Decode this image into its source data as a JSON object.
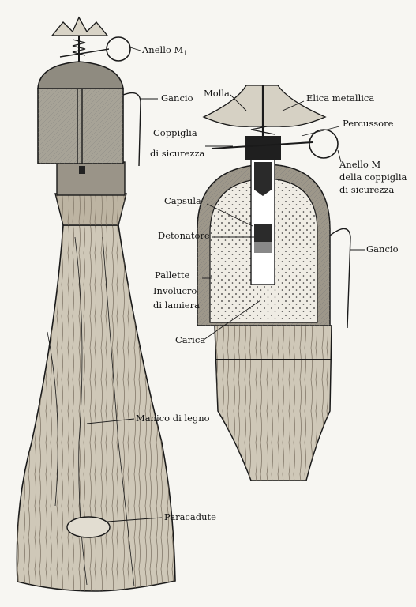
{
  "labels": {
    "anello_m1": "Anello M",
    "anello_m1_sub": "1",
    "gancio_left": "Gancio",
    "molla": "Molla",
    "elica": "Elica metallica",
    "coppiglia_1": "Coppiglia",
    "coppiglia_2": "di sicurezza",
    "percussore": "Percussore",
    "anello_m_1": "Anello M",
    "anello_m_2": "della coppiglia",
    "anello_m_3": "di sicurezza",
    "capsula": "Capsula",
    "detonatore": "Detonatore",
    "gancio_right": "Gancio",
    "pallette": "Pallette",
    "involucro_1": "Involucro",
    "involucro_2": "di lamiera",
    "carica": "Carica",
    "manico": "Manico di legno",
    "paracadute": "Paracadute"
  }
}
